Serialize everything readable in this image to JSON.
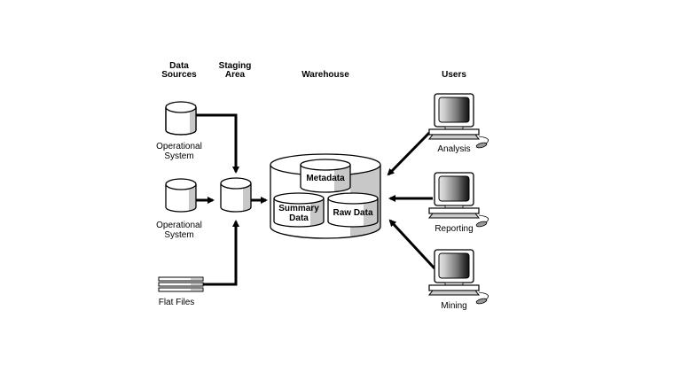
{
  "headers": {
    "data_sources": [
      "Data",
      "Sources"
    ],
    "staging_area": [
      "Staging",
      "Area"
    ],
    "warehouse": "Warehouse",
    "users": "Users"
  },
  "sources": [
    {
      "label": [
        "Operational",
        "System"
      ]
    },
    {
      "label": [
        "Operational",
        "System"
      ]
    },
    {
      "label": [
        "Flat Files"
      ]
    }
  ],
  "warehouse": {
    "metadata": "Metadata",
    "summary": [
      "Summary",
      "Data"
    ],
    "raw": "Raw Data"
  },
  "users": [
    {
      "label": "Analysis"
    },
    {
      "label": "Reporting"
    },
    {
      "label": "Mining"
    }
  ],
  "colors": {
    "shade": "#c8c8c8",
    "line": "#000000"
  }
}
